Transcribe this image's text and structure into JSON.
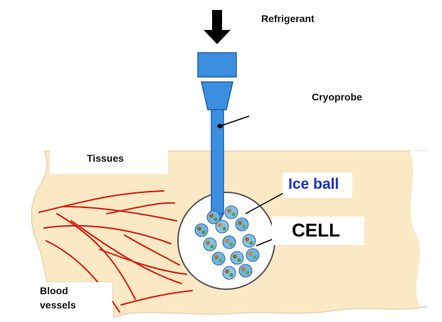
{
  "labels": {
    "refrigerant": "Refrigerant",
    "cryoprobe": "Cryoprobe",
    "tissues": "Tissues",
    "ice_ball": "Ice ball",
    "cell": "CELL",
    "blood_vessels_line1": "Blood",
    "blood_vessels_line2": "vessels"
  },
  "colors": {
    "tissue": "#fbe8c4",
    "probe": "#3b8ee0",
    "probe_dark": "#1f5fa8",
    "vessel": "#d81b10",
    "ice_ball_text": "#1a2fd0",
    "arrow": "#000000"
  }
}
